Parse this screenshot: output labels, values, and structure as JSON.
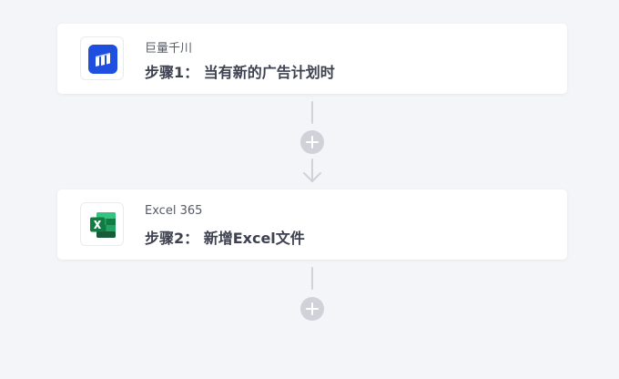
{
  "steps": [
    {
      "app_name": "巨量千川",
      "title": "步骤1： 当有新的广告计划时",
      "icon": "qianchuan-icon"
    },
    {
      "app_name": "Excel 365",
      "title": "步骤2： 新增Excel文件",
      "icon": "excel-icon"
    }
  ],
  "colors": {
    "background": "#f4f5f8",
    "qianchuan_blue": "#1f4fe0",
    "excel_green": "#1d7a45",
    "connector": "#d0d3da",
    "title_text": "#3d4150"
  }
}
